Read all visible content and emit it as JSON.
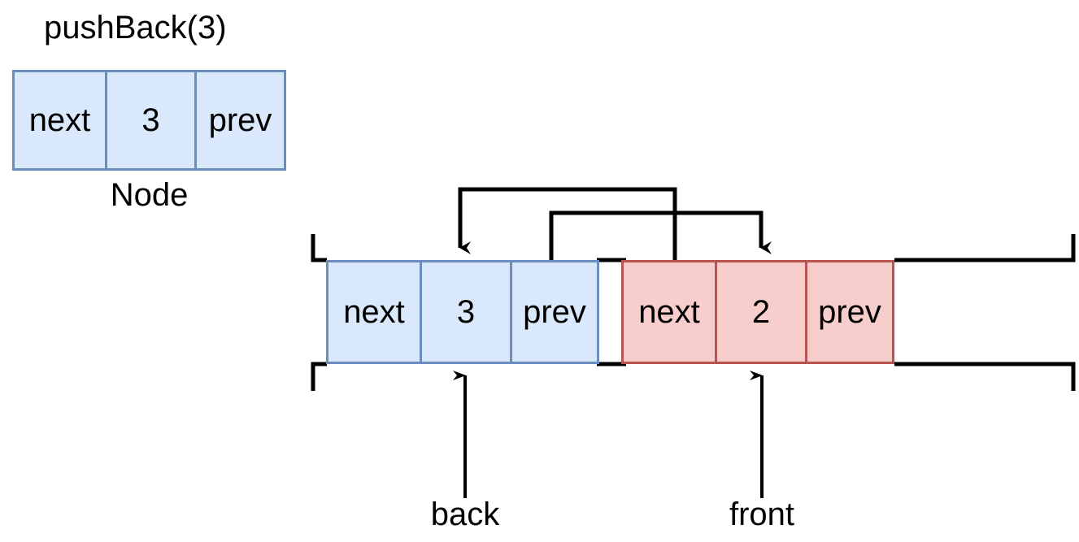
{
  "diagram": {
    "title": "pushBack(3)",
    "node_template": {
      "caption": "Node",
      "fields": [
        "next",
        "prev"
      ],
      "cells": [
        "next",
        "3",
        "prev"
      ]
    },
    "list": {
      "back_label": "back",
      "front_label": "front",
      "nodes": [
        {
          "id": "node-back",
          "color": "blue",
          "cells": [
            "next",
            "3",
            "prev"
          ],
          "value": "3",
          "next_label": "next",
          "prev_label": "prev"
        },
        {
          "id": "node-front",
          "color": "red",
          "cells": [
            "next",
            "2",
            "prev"
          ],
          "value": "2",
          "next_label": "next",
          "prev_label": "prev"
        }
      ]
    },
    "colors": {
      "blue_fill": "#dae8fc",
      "blue_stroke": "#6c8ebf",
      "red_fill": "#f8cecc",
      "red_stroke": "#b85450",
      "line": "#000000",
      "background": "#ffffff"
    },
    "pointers": [
      {
        "name": "back-pointer",
        "label": "back",
        "target": "node-back"
      },
      {
        "name": "front-pointer",
        "label": "front",
        "target": "node-front"
      }
    ],
    "links": [
      {
        "name": "prev-link",
        "from": "node-back.prev",
        "to": "node-front.value"
      },
      {
        "name": "next-link",
        "from": "node-front.next",
        "to": "node-back.value"
      }
    ]
  }
}
